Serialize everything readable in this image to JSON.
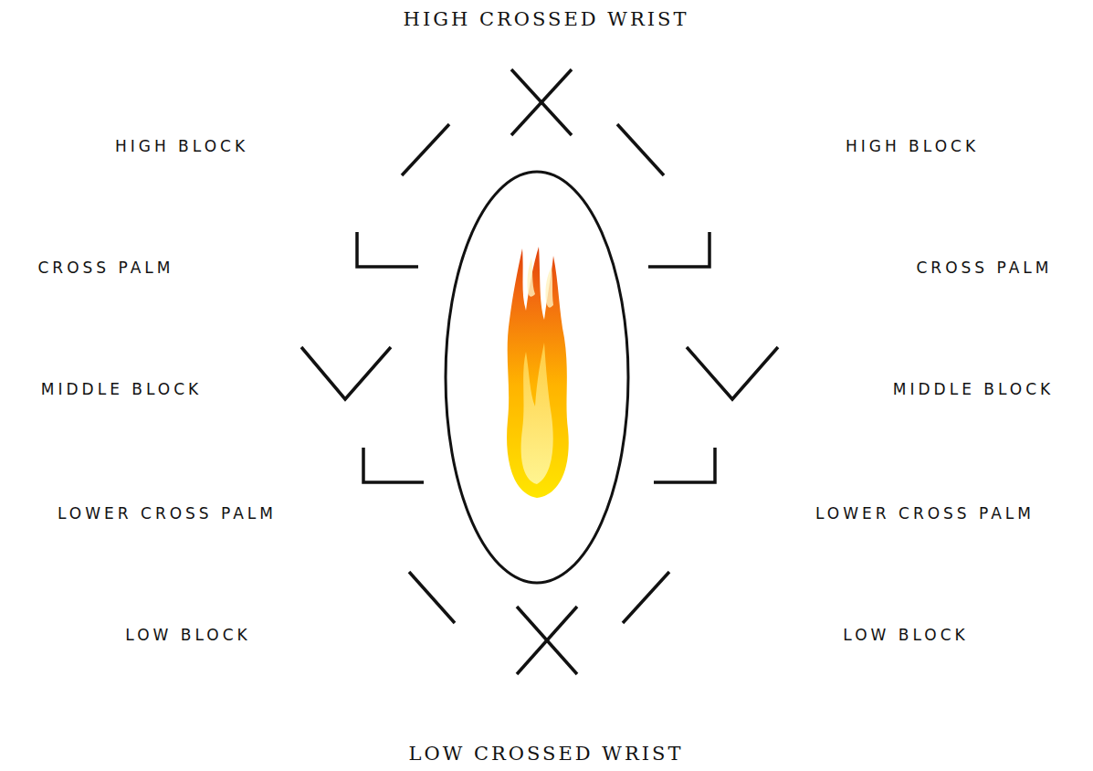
{
  "diagram": {
    "labels": [
      "HIGH CROSSED WRIST",
      "HIGH BLOCK",
      "HIGH BLOCK",
      "CROSS PALM",
      "CROSS PALM",
      "MIDDLE BLOCK",
      "MIDDLE BLOCK",
      "LOWER CROSS PALM",
      "LOWER CROSS PALM",
      "LOW BLOCK",
      "LOW BLOCK",
      "LOW CROSSED WRIST"
    ]
  }
}
